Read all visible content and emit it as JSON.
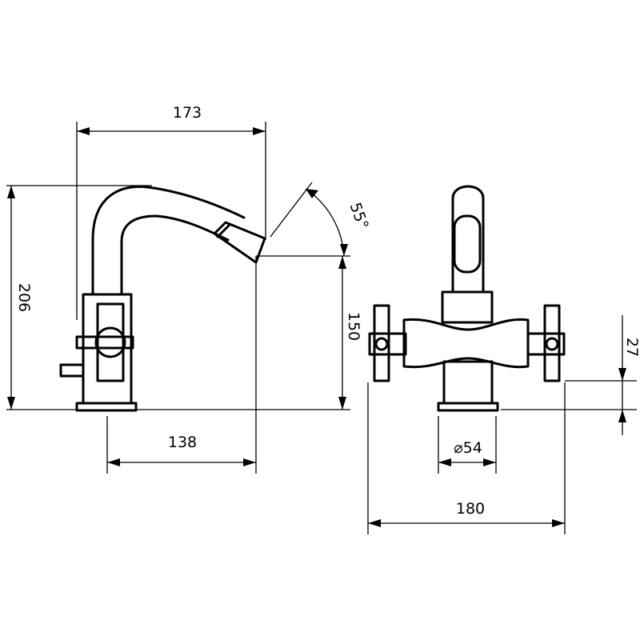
{
  "dimensions": {
    "spout_reach": "173",
    "total_height": "206",
    "spout_angle": "55°",
    "outlet_height": "150",
    "base_to_outlet": "138",
    "base_diameter": "⌀54",
    "handle_height": "27",
    "total_width": "180"
  }
}
